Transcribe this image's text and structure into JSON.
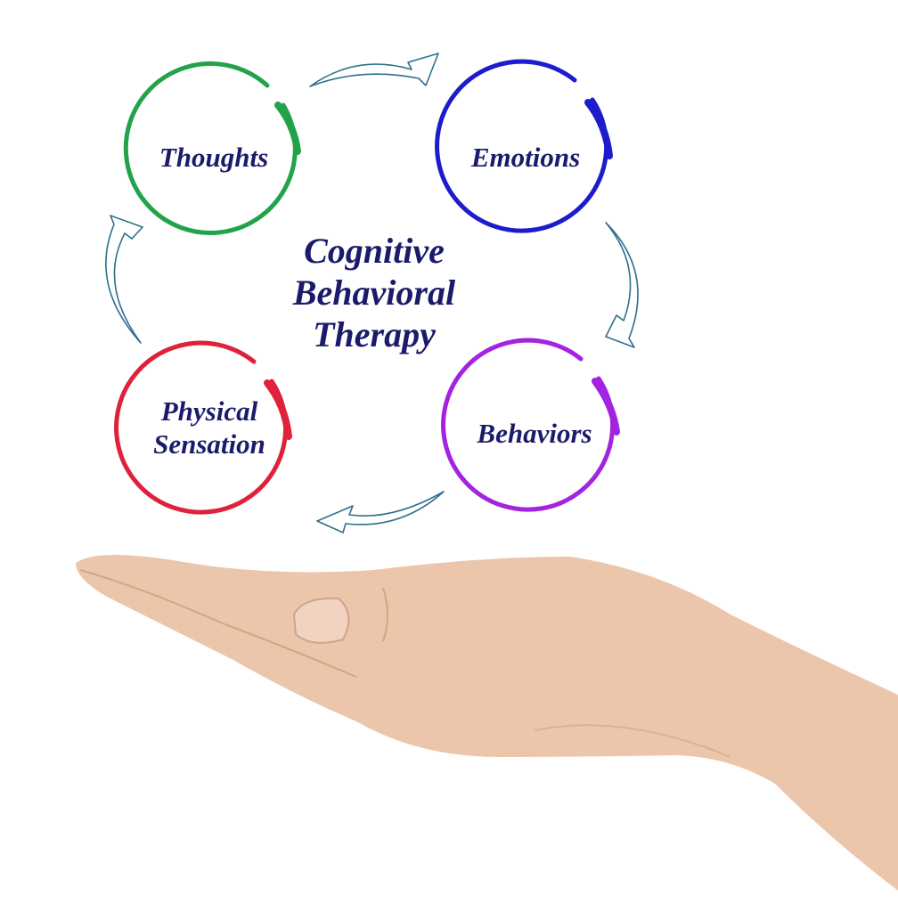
{
  "diagram": {
    "title_lines": [
      "Cognitive",
      "Behavioral",
      "Therapy"
    ],
    "nodes": [
      {
        "label": "Thoughts",
        "color": "#22a34a"
      },
      {
        "label": "Emotions",
        "color": "#1c1ccc"
      },
      {
        "label": "Behaviors",
        "color": "#a324e0"
      },
      {
        "label_lines": [
          "Physical",
          "Sensation"
        ],
        "color": "#e0213b"
      }
    ],
    "arrow_color": "#2f6f8f",
    "text_color": "#1b1b6b",
    "skin_color": "#ebc6aa"
  }
}
